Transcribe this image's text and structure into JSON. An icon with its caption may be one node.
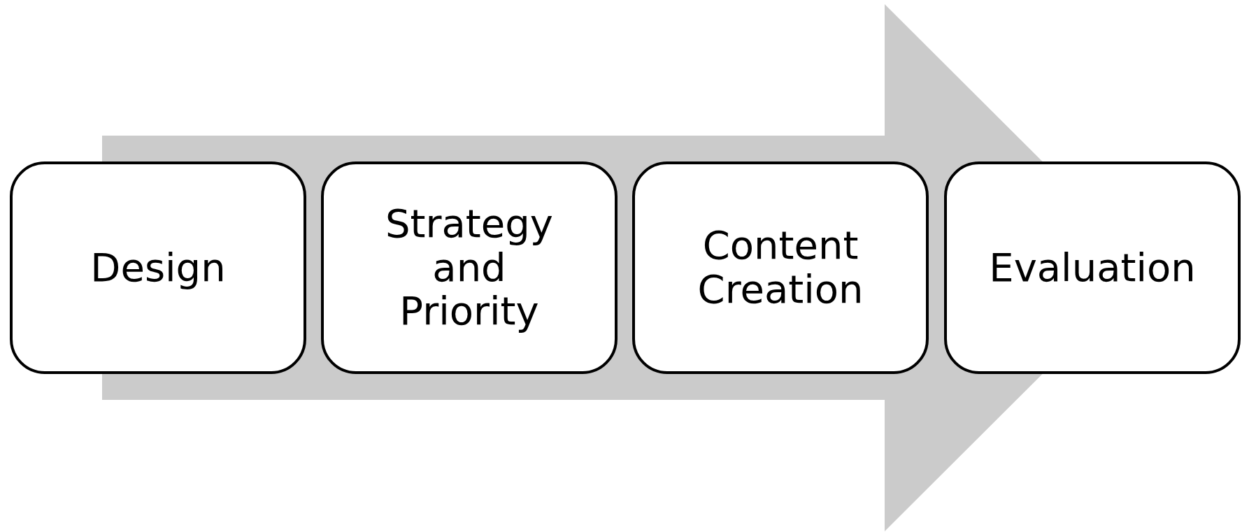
{
  "diagram": {
    "nodes": [
      {
        "text": [
          "Design"
        ]
      },
      {
        "text": [
          "Strategy and Priority"
        ]
      },
      {
        "text": [
          "Content Creation"
        ]
      },
      {
        "text": [
          "Evaluation"
        ]
      }
    ],
    "edges": [
      {
        "from": 0,
        "to": 3,
        "arrow": "to"
      }
    ]
  }
}
